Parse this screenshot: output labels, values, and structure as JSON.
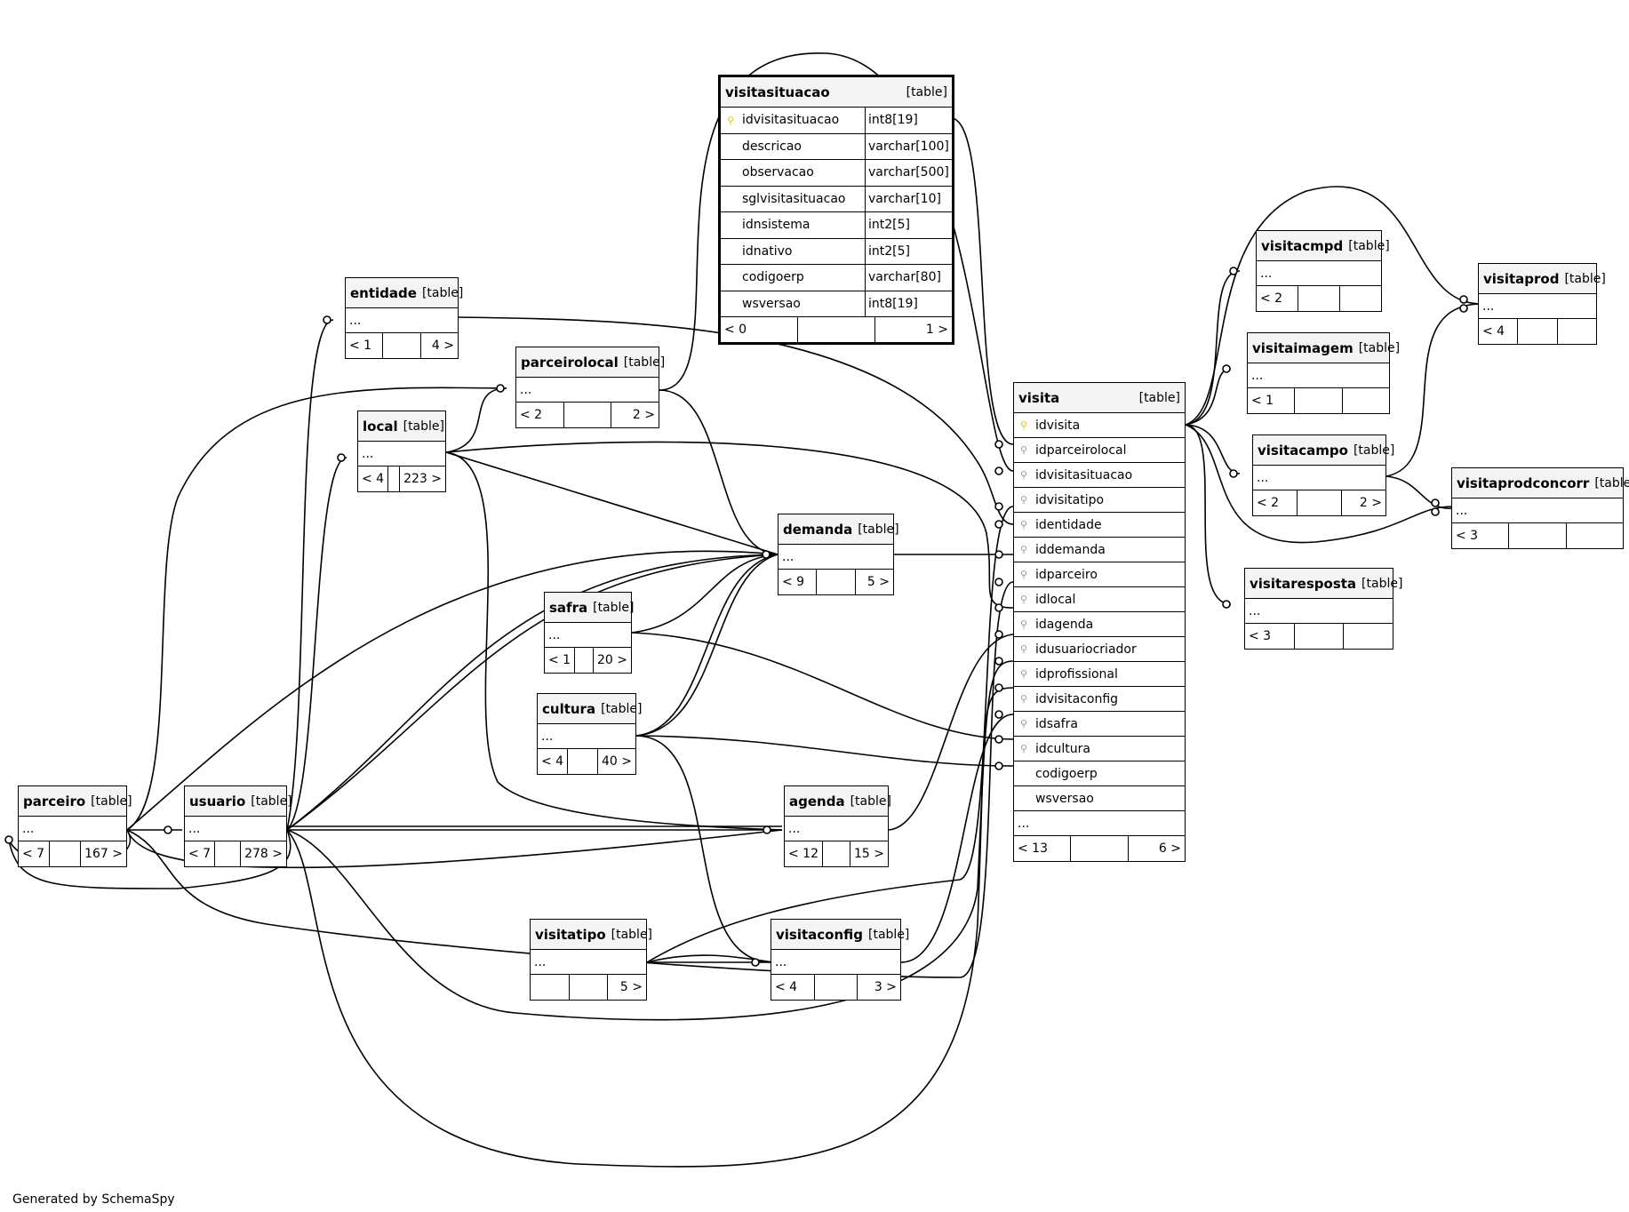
{
  "type_label": "[table]",
  "credit": "Generated by SchemaSpy",
  "tables": {
    "visitasituacao": {
      "name": "visitasituacao",
      "columns": [
        {
          "name": "idvisitasituacao",
          "type": "int8[19]",
          "key": "pk"
        },
        {
          "name": "descricao",
          "type": "varchar[100]",
          "key": ""
        },
        {
          "name": "observacao",
          "type": "varchar[500]",
          "key": ""
        },
        {
          "name": "sglvisitasituacao",
          "type": "varchar[10]",
          "key": ""
        },
        {
          "name": "idnsistema",
          "type": "int2[5]",
          "key": ""
        },
        {
          "name": "idnativo",
          "type": "int2[5]",
          "key": ""
        },
        {
          "name": "codigoerp",
          "type": "varchar[80]",
          "key": ""
        },
        {
          "name": "wsversao",
          "type": "int8[19]",
          "key": ""
        }
      ],
      "footer": [
        "< 0",
        "",
        "1 >"
      ]
    },
    "entidade": {
      "name": "entidade",
      "ellipsis": "...",
      "footer": [
        "< 1",
        "",
        "4 >"
      ]
    },
    "parceirolocal": {
      "name": "parceirolocal",
      "ellipsis": "...",
      "footer": [
        "< 2",
        "",
        "2 >"
      ]
    },
    "local": {
      "name": "local",
      "ellipsis": "...",
      "footer": [
        "< 4",
        "",
        "223 >"
      ]
    },
    "demanda": {
      "name": "demanda",
      "ellipsis": "...",
      "footer": [
        "< 9",
        "",
        "5 >"
      ]
    },
    "safra": {
      "name": "safra",
      "ellipsis": "...",
      "footer": [
        "< 1",
        "",
        "20 >"
      ]
    },
    "cultura": {
      "name": "cultura",
      "ellipsis": "...",
      "footer": [
        "< 4",
        "",
        "40 >"
      ]
    },
    "parceiro": {
      "name": "parceiro",
      "ellipsis": "...",
      "footer": [
        "< 7",
        "",
        "167 >"
      ]
    },
    "usuario": {
      "name": "usuario",
      "ellipsis": "...",
      "footer": [
        "< 7",
        "",
        "278 >"
      ]
    },
    "agenda": {
      "name": "agenda",
      "ellipsis": "...",
      "footer": [
        "< 12",
        "",
        "15 >"
      ]
    },
    "visitatipo": {
      "name": "visitatipo",
      "ellipsis": "...",
      "footer": [
        "",
        "",
        "5 >"
      ]
    },
    "visitaconfig": {
      "name": "visitaconfig",
      "ellipsis": "...",
      "footer": [
        "< 4",
        "",
        "3 >"
      ]
    },
    "visita": {
      "name": "visita",
      "columns": [
        {
          "name": "idvisita",
          "key": "pk"
        },
        {
          "name": "idparceirolocal",
          "key": "fk"
        },
        {
          "name": "idvisitasituacao",
          "key": "fk"
        },
        {
          "name": "idvisitatipo",
          "key": "fk"
        },
        {
          "name": "identidade",
          "key": "fk"
        },
        {
          "name": "iddemanda",
          "key": "fk"
        },
        {
          "name": "idparceiro",
          "key": "fk"
        },
        {
          "name": "idlocal",
          "key": "fk"
        },
        {
          "name": "idagenda",
          "key": "fk"
        },
        {
          "name": "idusuariocriador",
          "key": "fk"
        },
        {
          "name": "idprofissional",
          "key": "fk"
        },
        {
          "name": "idvisitaconfig",
          "key": "fk"
        },
        {
          "name": "idsafra",
          "key": "fk"
        },
        {
          "name": "idcultura",
          "key": "fk"
        },
        {
          "name": "codigoerp",
          "key": ""
        },
        {
          "name": "wsversao",
          "key": ""
        }
      ],
      "ellipsis": "...",
      "footer": [
        "< 13",
        "",
        "6 >"
      ]
    },
    "visitacmpd": {
      "name": "visitacmpd",
      "ellipsis": "...",
      "footer": [
        "< 2",
        "",
        ""
      ]
    },
    "visitaimagem": {
      "name": "visitaimagem",
      "ellipsis": "...",
      "footer": [
        "< 1",
        "",
        ""
      ]
    },
    "visitacampo": {
      "name": "visitacampo",
      "ellipsis": "...",
      "footer": [
        "< 2",
        "",
        "2 >"
      ]
    },
    "visitaresposta": {
      "name": "visitaresposta",
      "ellipsis": "...",
      "footer": [
        "< 3",
        "",
        ""
      ]
    },
    "visitaprod": {
      "name": "visitaprod",
      "ellipsis": "...",
      "footer": [
        "< 4",
        "",
        ""
      ]
    },
    "visitaprodconcorr": {
      "name": "visitaprodconcorr",
      "ellipsis": "...",
      "footer": [
        "< 3",
        "",
        ""
      ]
    }
  }
}
